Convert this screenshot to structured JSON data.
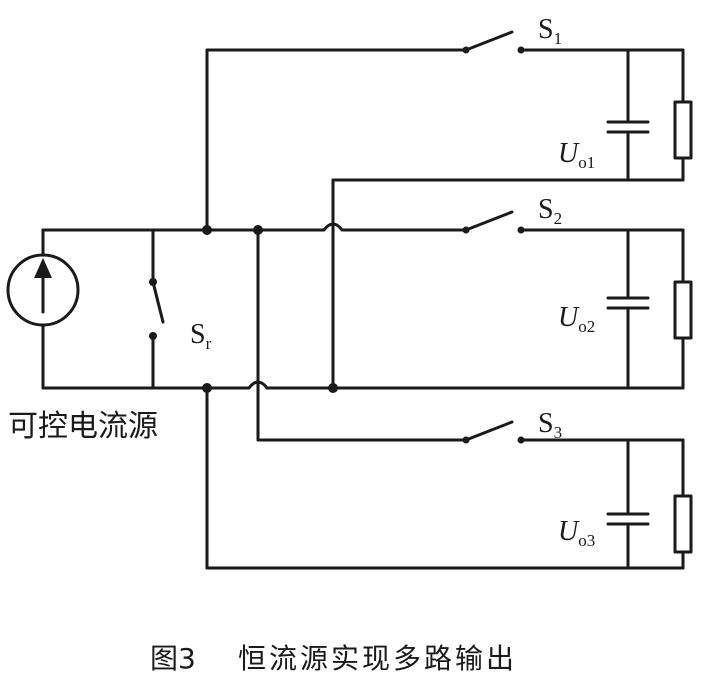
{
  "source": {
    "label": "可控电流源"
  },
  "switch_r": {
    "letter": "S",
    "subscript": "r"
  },
  "branches": [
    {
      "switch_letter": "S",
      "switch_sub": "1",
      "cap_letter": "U",
      "cap_sub": "o1"
    },
    {
      "switch_letter": "S",
      "switch_sub": "2",
      "cap_letter": "U",
      "cap_sub": "o2"
    },
    {
      "switch_letter": "S",
      "switch_sub": "3",
      "cap_letter": "U",
      "cap_sub": "o3"
    }
  ],
  "caption": {
    "figure": "图3",
    "title": "恒流源实现多路输出"
  }
}
